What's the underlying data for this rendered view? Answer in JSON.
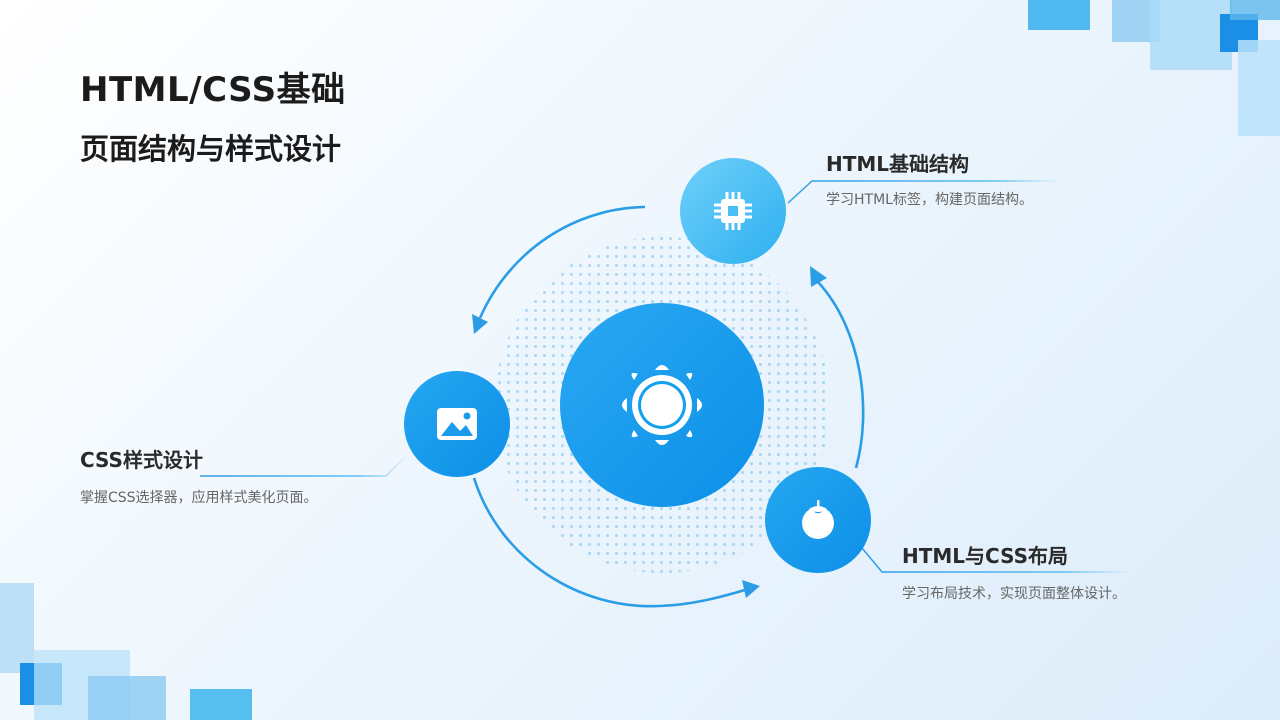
{
  "header": {
    "title": "HTML/CSS基础",
    "subtitle": "页面结构与样式设计"
  },
  "center": {
    "icon": "sun-icon"
  },
  "nodes": [
    {
      "title": "HTML基础结构",
      "desc": "学习HTML标签，构建页面结构。",
      "icon": "chip-icon"
    },
    {
      "title": "CSS样式设计",
      "desc": "掌握CSS选择器，应用样式美化页面。",
      "icon": "image-icon"
    },
    {
      "title": "HTML与CSS布局",
      "desc": "学习布局技术，实现页面整体设计。",
      "icon": "tomato-icon"
    }
  ],
  "colors": {
    "accent": "#0e96ec",
    "accent_light": "#5cc4f7",
    "arrow": "#2a9de6",
    "title_text": "#1b1b1b"
  }
}
